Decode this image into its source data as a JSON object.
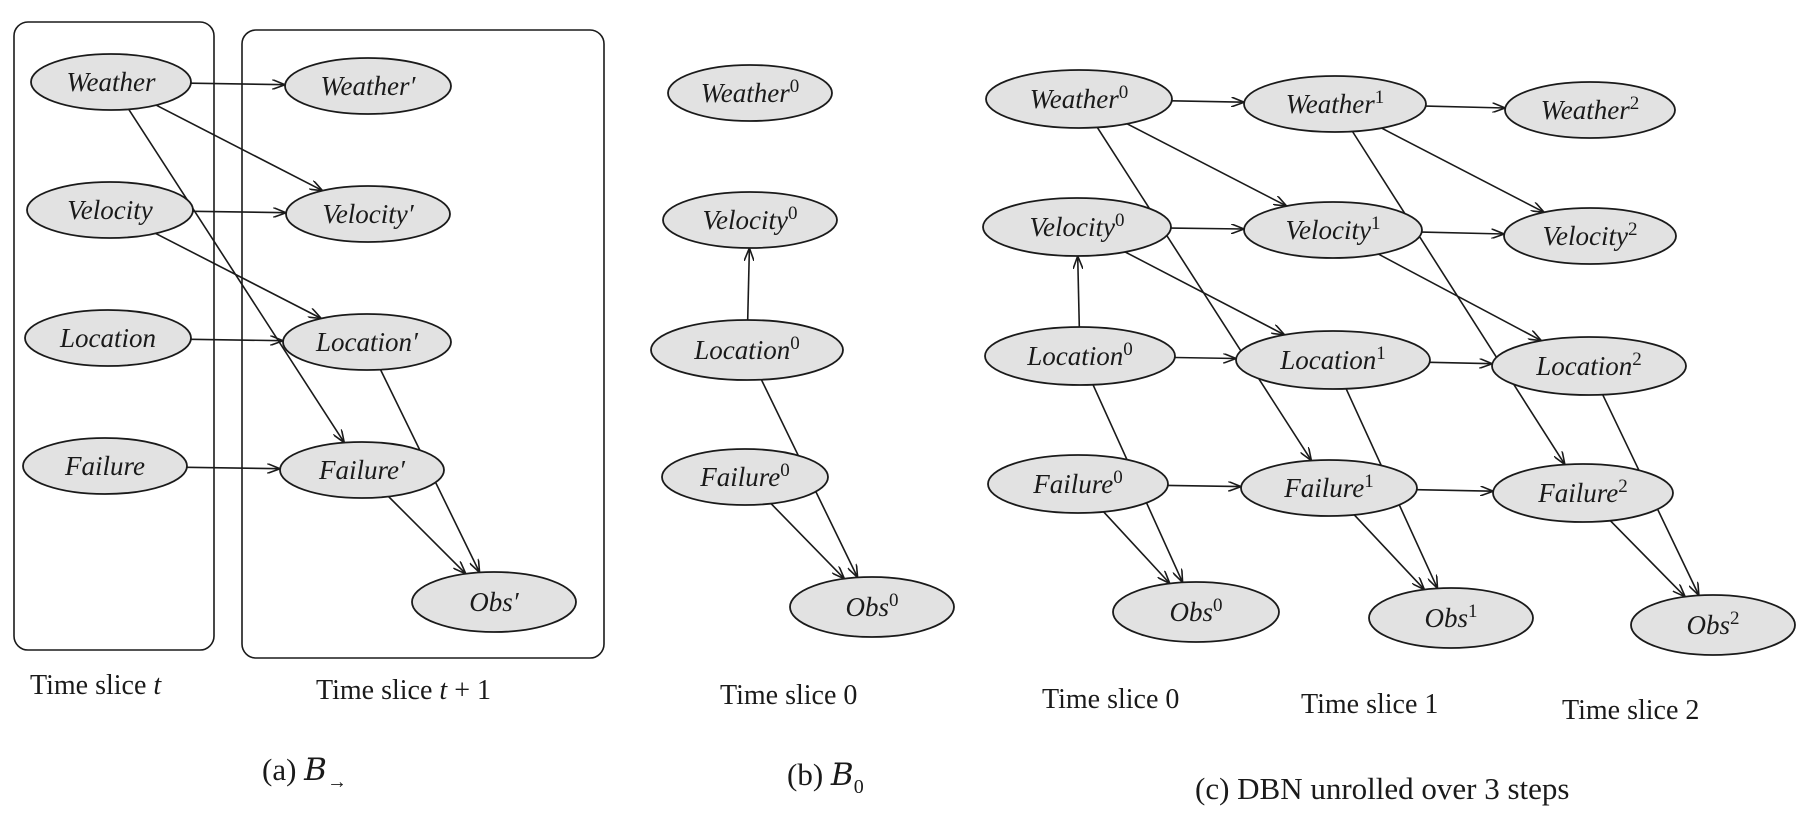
{
  "panels": [
    {
      "id": "a",
      "caption": {
        "prefix": "(a) ",
        "script": "B",
        "subscript": "→"
      },
      "slice_labels": [
        {
          "text": "Time slice ",
          "var": "t",
          "suffix": ""
        },
        {
          "text": "Time slice ",
          "var": "t",
          "suffix": " + 1"
        }
      ],
      "nodes": [
        {
          "id": "a_w",
          "label": "Weather",
          "sup": ""
        },
        {
          "id": "a_v",
          "label": "Velocity",
          "sup": ""
        },
        {
          "id": "a_l",
          "label": "Location",
          "sup": ""
        },
        {
          "id": "a_f",
          "label": "Failure",
          "sup": ""
        },
        {
          "id": "a_w2",
          "label": "Weather",
          "sup": "′"
        },
        {
          "id": "a_v2",
          "label": "Velocity",
          "sup": "′"
        },
        {
          "id": "a_l2",
          "label": "Location",
          "sup": "′"
        },
        {
          "id": "a_f2",
          "label": "Failure",
          "sup": "′"
        },
        {
          "id": "a_o2",
          "label": "Obs",
          "sup": "′"
        }
      ],
      "edges": [
        [
          "a_w",
          "a_w2"
        ],
        [
          "a_w",
          "a_v2"
        ],
        [
          "a_w",
          "a_f2"
        ],
        [
          "a_v",
          "a_v2"
        ],
        [
          "a_v",
          "a_l2"
        ],
        [
          "a_l",
          "a_l2"
        ],
        [
          "a_f",
          "a_f2"
        ],
        [
          "a_l2",
          "a_o2"
        ],
        [
          "a_f2",
          "a_o2"
        ]
      ]
    },
    {
      "id": "b",
      "caption": {
        "prefix": "(b) ",
        "script": "B",
        "subscript": "0"
      },
      "slice_labels": [
        {
          "text": "Time slice 0",
          "var": "",
          "suffix": ""
        }
      ],
      "nodes": [
        {
          "id": "b_w",
          "label": "Weather",
          "sup": "0"
        },
        {
          "id": "b_v",
          "label": "Velocity",
          "sup": "0"
        },
        {
          "id": "b_l",
          "label": "Location",
          "sup": "0"
        },
        {
          "id": "b_f",
          "label": "Failure",
          "sup": "0"
        },
        {
          "id": "b_o",
          "label": "Obs",
          "sup": "0"
        }
      ],
      "edges": [
        [
          "b_l",
          "b_v"
        ],
        [
          "b_l",
          "b_o"
        ],
        [
          "b_f",
          "b_o"
        ]
      ]
    },
    {
      "id": "c",
      "caption": {
        "prefix": "(c) DBN unrolled over 3 steps",
        "script": "",
        "subscript": ""
      },
      "slice_labels": [
        {
          "text": "Time slice 0",
          "var": "",
          "suffix": ""
        },
        {
          "text": "Time slice 1",
          "var": "",
          "suffix": ""
        },
        {
          "text": "Time slice 2",
          "var": "",
          "suffix": ""
        }
      ],
      "nodes": [
        {
          "id": "c_w0",
          "label": "Weather",
          "sup": "0"
        },
        {
          "id": "c_v0",
          "label": "Velocity",
          "sup": "0"
        },
        {
          "id": "c_l0",
          "label": "Location",
          "sup": "0"
        },
        {
          "id": "c_f0",
          "label": "Failure",
          "sup": "0"
        },
        {
          "id": "c_o0",
          "label": "Obs",
          "sup": "0"
        },
        {
          "id": "c_w1",
          "label": "Weather",
          "sup": "1"
        },
        {
          "id": "c_v1",
          "label": "Velocity",
          "sup": "1"
        },
        {
          "id": "c_l1",
          "label": "Location",
          "sup": "1"
        },
        {
          "id": "c_f1",
          "label": "Failure",
          "sup": "1"
        },
        {
          "id": "c_o1",
          "label": "Obs",
          "sup": "1"
        },
        {
          "id": "c_w2",
          "label": "Weather",
          "sup": "2"
        },
        {
          "id": "c_v2",
          "label": "Velocity",
          "sup": "2"
        },
        {
          "id": "c_l2",
          "label": "Location",
          "sup": "2"
        },
        {
          "id": "c_f2",
          "label": "Failure",
          "sup": "2"
        },
        {
          "id": "c_o2",
          "label": "Obs",
          "sup": "2"
        }
      ],
      "edges": [
        [
          "c_l0",
          "c_v0"
        ],
        [
          "c_l0",
          "c_o0"
        ],
        [
          "c_f0",
          "c_o0"
        ],
        [
          "c_w0",
          "c_w1"
        ],
        [
          "c_w0",
          "c_v1"
        ],
        [
          "c_w0",
          "c_f1"
        ],
        [
          "c_v0",
          "c_v1"
        ],
        [
          "c_v0",
          "c_l1"
        ],
        [
          "c_l0",
          "c_l1"
        ],
        [
          "c_f0",
          "c_f1"
        ],
        [
          "c_l1",
          "c_o1"
        ],
        [
          "c_f1",
          "c_o1"
        ],
        [
          "c_w1",
          "c_w2"
        ],
        [
          "c_w1",
          "c_v2"
        ],
        [
          "c_w1",
          "c_f2"
        ],
        [
          "c_v1",
          "c_v2"
        ],
        [
          "c_v1",
          "c_l2"
        ],
        [
          "c_l1",
          "c_l2"
        ],
        [
          "c_f1",
          "c_f2"
        ],
        [
          "c_l2",
          "c_o2"
        ],
        [
          "c_f2",
          "c_o2"
        ]
      ]
    }
  ]
}
